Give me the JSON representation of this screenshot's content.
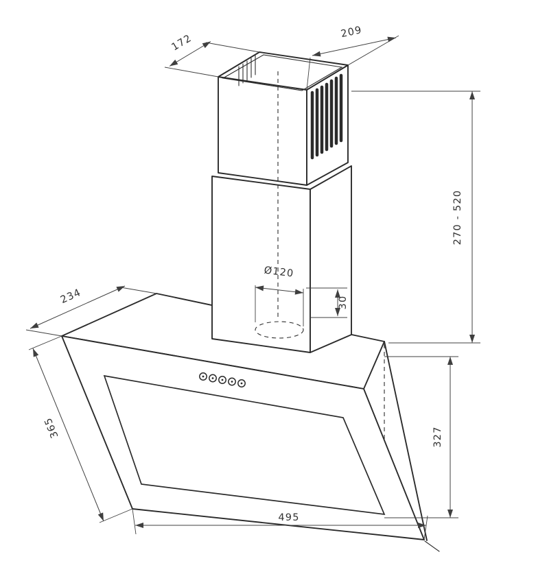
{
  "drawing": {
    "name": "cooker-hood-dimensional-drawing",
    "background": "#ffffff",
    "line_color": "#2b2b2b",
    "dim_color": "#3f3f3f",
    "dims": {
      "chimney_depth": "172",
      "chimney_width": "209",
      "chimney_height_range": "270 - 520",
      "duct_diameter": "Ø120",
      "duct_stub_height": "30",
      "top_depth": "234",
      "glass_height": "365",
      "body_height": "327",
      "body_width": "495"
    },
    "control_buttons_count": 5,
    "vent_slot_count": 7
  }
}
